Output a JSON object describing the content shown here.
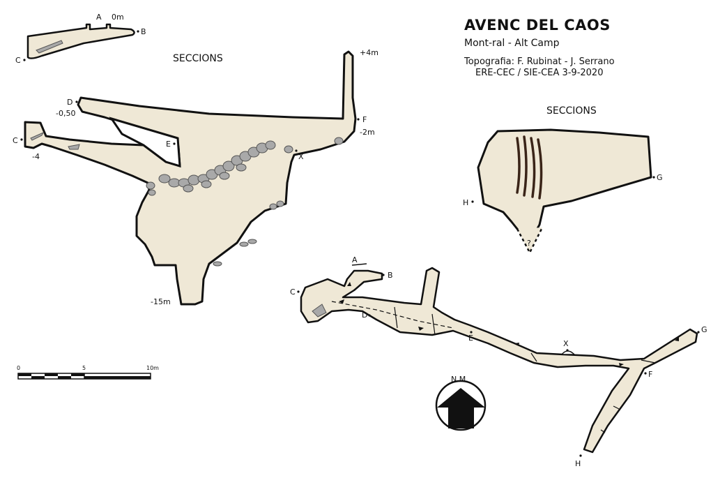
{
  "title": "AVENC DEL CAOS",
  "location": "Mont-ral  -  Alt Camp",
  "credits": "Topografia: F. Rubinat - J. Serrano",
  "org_date": "ERE-CEC / SIE-CEA   3-9-2020",
  "profile_heading": "SECCIONS",
  "cross_section_heading": "SECCIONS",
  "section_ab": {
    "a": "A",
    "zero": "0m",
    "b": "B",
    "c": "C"
  },
  "profile_labels": {
    "d": "D",
    "d_depth": "-0,50",
    "c": "C",
    "c_depth": "-4",
    "e": "E",
    "x": "X",
    "f": "F",
    "f_depth": "-2m",
    "top": "+4m",
    "bottom": "-15m"
  },
  "section_gh": {
    "g": "G",
    "h": "H",
    "unknown": "?"
  },
  "plan_labels": {
    "a": "A",
    "b": "B",
    "c": "C",
    "d": "D",
    "e": "E",
    "x": "X",
    "g": "G",
    "f": "F",
    "h": "H"
  },
  "scale": {
    "zero": "0",
    "five": "5",
    "ten": "10m"
  },
  "north": {
    "label": "N.M."
  }
}
